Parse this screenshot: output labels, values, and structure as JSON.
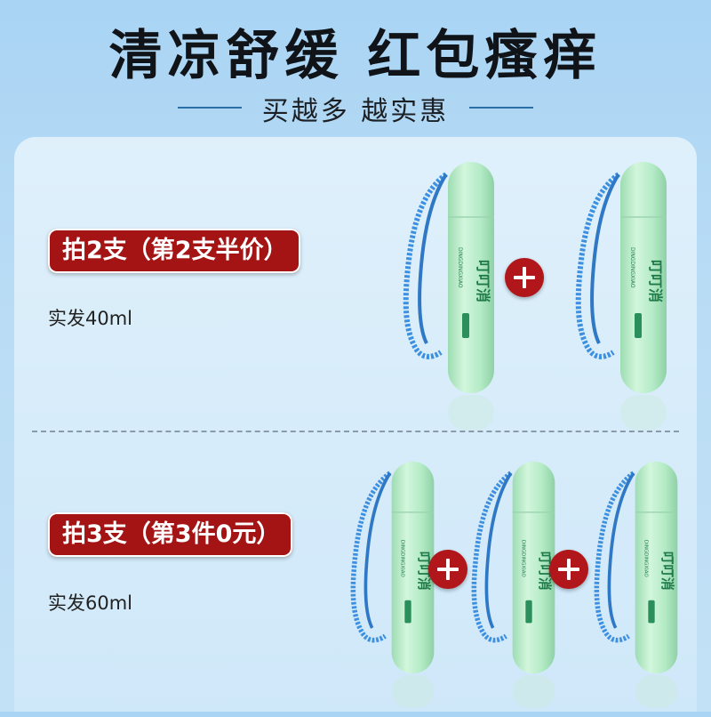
{
  "header": {
    "title": "清凉舒缓 红包瘙痒",
    "subtitle": "买越多 越实惠"
  },
  "offers": [
    {
      "badge": "拍2支（第2支半价）",
      "shipping": "实发40ml",
      "count": 2
    },
    {
      "badge": "拍3支（第3件0元）",
      "shipping": "实发60ml",
      "count": 3
    }
  ],
  "product": {
    "brand_cn": "叮叮消",
    "brand_pinyin": "DINGDINGXIAO",
    "tube_color": "#b8ecc8",
    "strap_color": "#3d8fe0"
  },
  "colors": {
    "badge_bg": "#a41414",
    "plus_bg": "#b0161a"
  }
}
